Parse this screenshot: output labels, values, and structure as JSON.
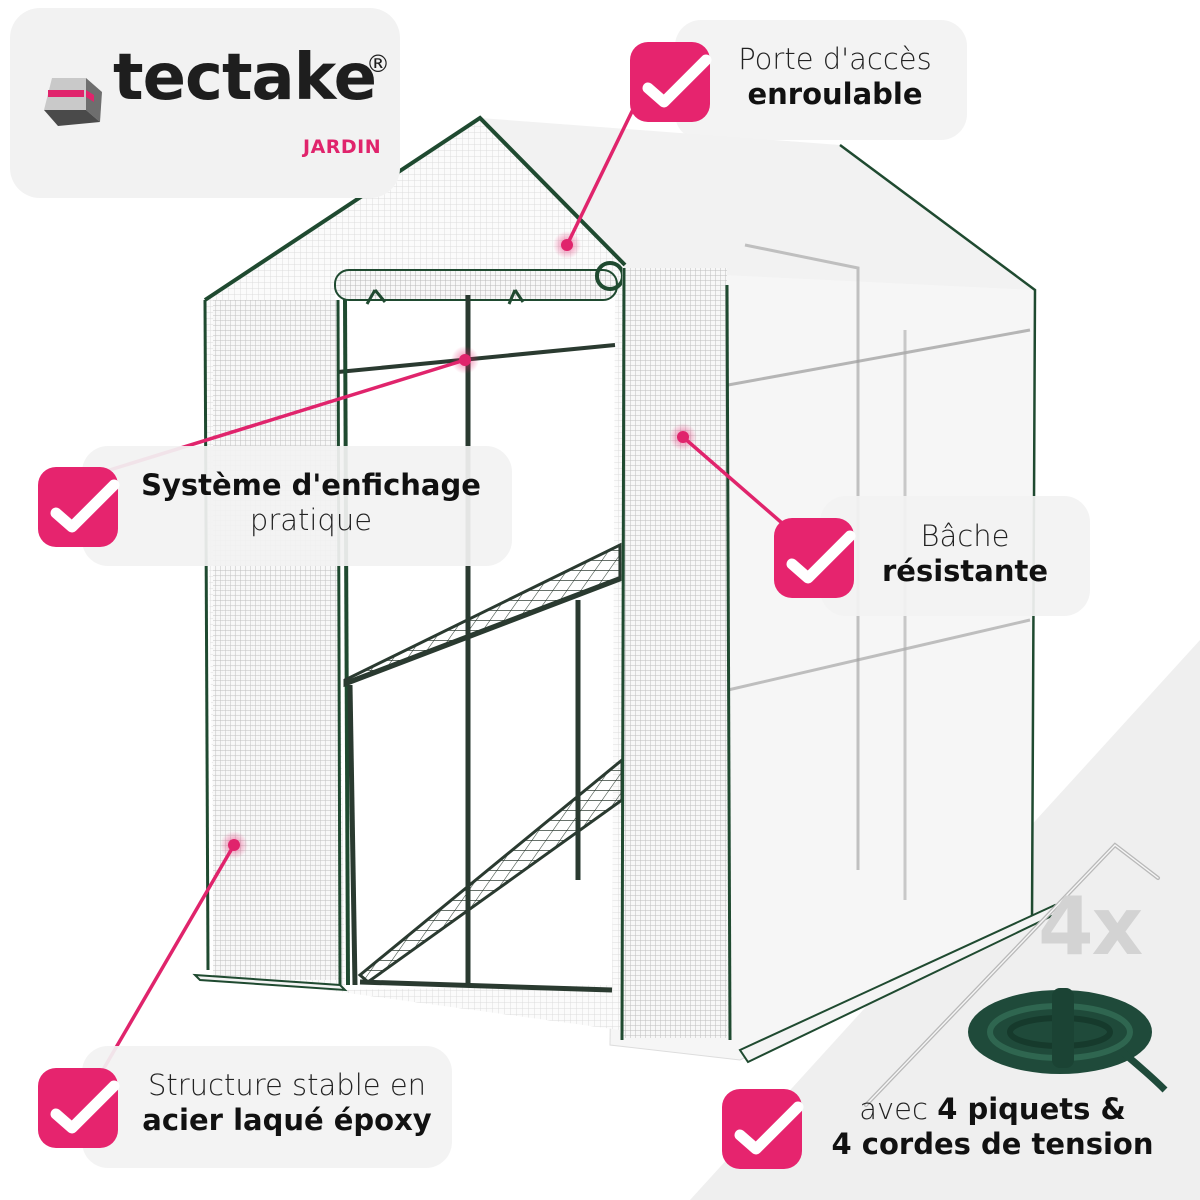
{
  "brand": {
    "name": "tectake",
    "registered_mark": "®",
    "subtitle": "JARDIN",
    "accent_color": "#e0246c",
    "text_color": "#1e1e1e"
  },
  "product": {
    "type": "walk-in greenhouse with shelves",
    "cover_color": "#ffffff",
    "frame_color": "#1f4a30"
  },
  "features": [
    {
      "icon": "checkmark-icon",
      "line1": "Porte d'accès",
      "line2": "enroulable",
      "line1_weight": "light",
      "line2_weight": "bold"
    },
    {
      "icon": "checkmark-icon",
      "line1": "Système d'enfichage",
      "line2": "pratique",
      "line1_weight": "bold",
      "line2_weight": "light"
    },
    {
      "icon": "checkmark-icon",
      "line1": "Bâche",
      "line2": "résistante",
      "line1_weight": "light",
      "line2_weight": "bold"
    },
    {
      "icon": "checkmark-icon",
      "line1": "Structure stable en",
      "line2": "acier laqué époxy",
      "line1_weight": "light",
      "line2_weight": "bold"
    },
    {
      "icon": "checkmark-icon",
      "line1_prefix": "avec ",
      "line1_bold": "4 piquets &",
      "line2": "4 cordes de tension",
      "line2_weight": "bold"
    }
  ],
  "accessories": {
    "quantity_label": "4x",
    "items": [
      "ground-stake",
      "tension-rope"
    ]
  },
  "colors": {
    "card_bg": "#f2f2f2",
    "check_pink": "#e6246e",
    "triangle_bg": "#efefef",
    "rope_green": "#1f4a3a"
  }
}
